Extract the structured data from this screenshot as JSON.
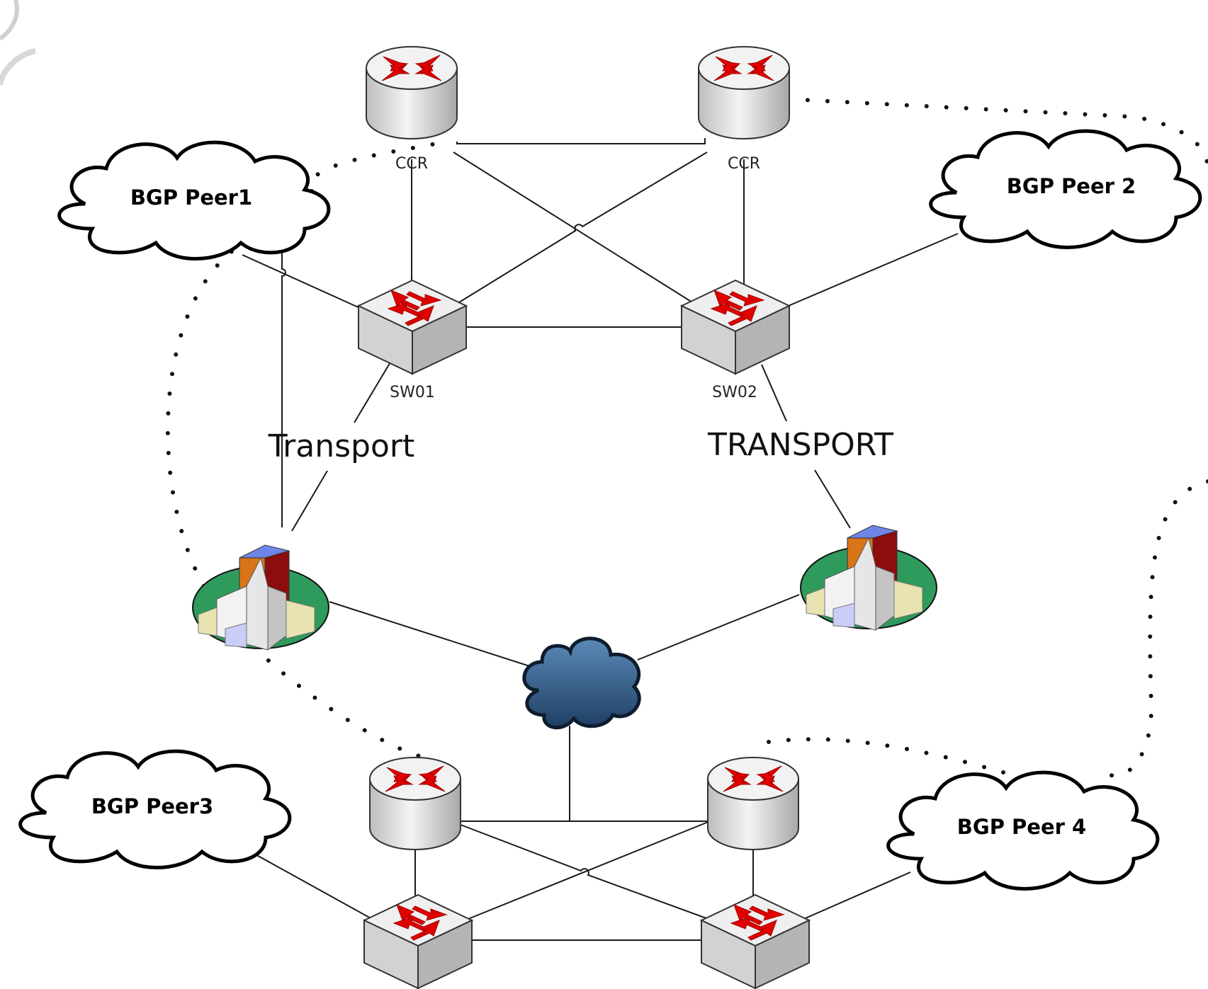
{
  "labels": {
    "router_top_left": "CCR",
    "router_top_right": "CCR",
    "switch_top_left": "SW01",
    "switch_top_right": "SW02",
    "transport_left": "Transport",
    "transport_right": "TRANSPORT"
  },
  "peers": {
    "peer1": "BGP Peer1",
    "peer2": "BGP Peer 2",
    "peer3": "BGP Peer3",
    "peer4": "BGP Peer 4"
  },
  "colors": {
    "link": "#1a1a1a",
    "arrow": "#e00000",
    "device_body": "#d8d8d8",
    "site_ground": "#2e9a5c",
    "internet_cloud": "#3d6c98"
  },
  "icons": {
    "router": "router-icon",
    "switch": "switch-icon",
    "site": "building-site-icon",
    "internet": "internet-cloud-icon",
    "bgp_peer": "cloud-outline-icon"
  }
}
